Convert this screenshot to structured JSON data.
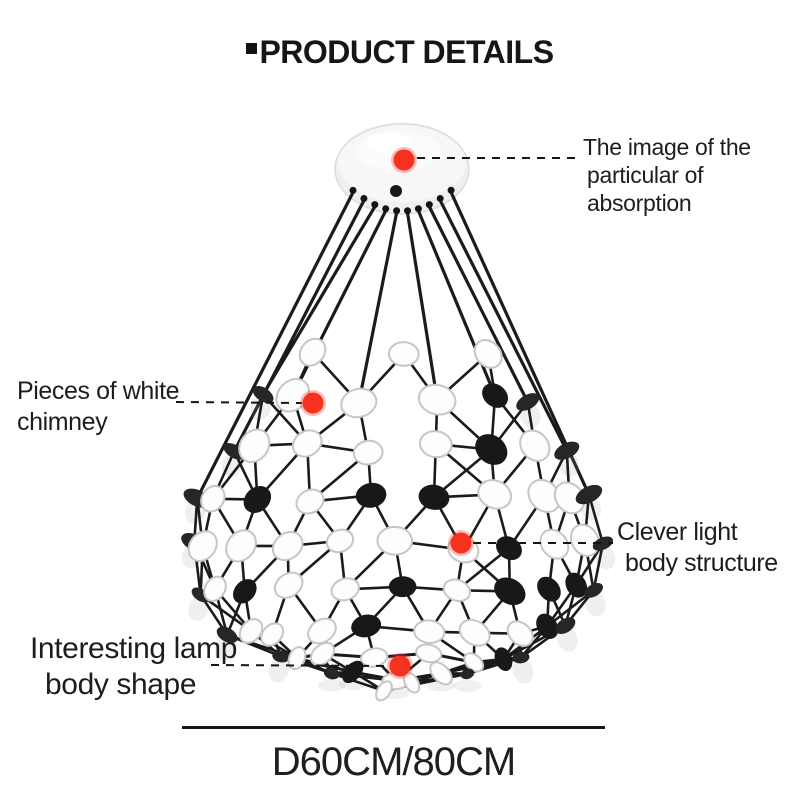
{
  "header": {
    "title": "PRODUCT DETAILS",
    "bullet_icon": "black-square-bullet"
  },
  "annotations": {
    "absorption": {
      "text": "The image of the\nparticular of absorption"
    },
    "chimney": {
      "text": "Pieces of white\nchimney"
    },
    "structure": {
      "text": "Clever light\nbody structure"
    },
    "shape": {
      "text": "Interesting lamp\nbody shape"
    }
  },
  "dimension": {
    "label": "D60CM/80CM"
  },
  "colors": {
    "marker": "#f5311f",
    "ink": "#161616",
    "cable": "#1b1b1b",
    "disc_white": "#fdfdfd",
    "disc_black": "#181818",
    "disc_stroke": "#c6c6c6"
  }
}
